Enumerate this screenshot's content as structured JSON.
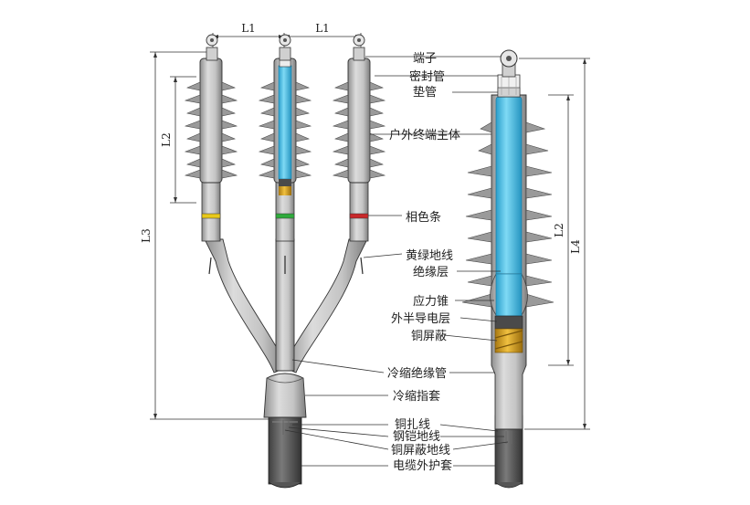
{
  "dimensions": {
    "l1_left": "L1",
    "l1_right": "L1",
    "l2_left": "L2",
    "l3": "L3",
    "l2_right": "L2",
    "l4": "L4"
  },
  "labels": {
    "terminal": "端子",
    "seal_tube": "密封管",
    "gasket_tube": "垫管",
    "outdoor_body": "户外终端主体",
    "phase_strip": "相色条",
    "yellow_green_ground": "黄绿地线",
    "insulation_layer": "绝缘层",
    "stress_cone": "应力锥",
    "outer_semicon": "外半导电层",
    "copper_shield": "铜屏蔽",
    "cold_shrink_tube": "冷缩绝缘管",
    "cold_shrink_finger": "冷缩指套",
    "copper_binding_wire": "铜扎线",
    "steel_armor_ground": "钢铠地线",
    "copper_shield_ground": "铜屏蔽地线",
    "cable_jacket": "电缆外护套"
  },
  "colors": {
    "insulation": "#4fc3e8",
    "body_gray": "#b8b8b8",
    "shed_gray": "#a9a9a9",
    "copper": "#d9a520",
    "semicon_dark": "#4a4a4a",
    "phase_yellow": "#e8c81a",
    "phase_green": "#2faa3c",
    "phase_red": "#c8282a",
    "line": "#333333"
  }
}
